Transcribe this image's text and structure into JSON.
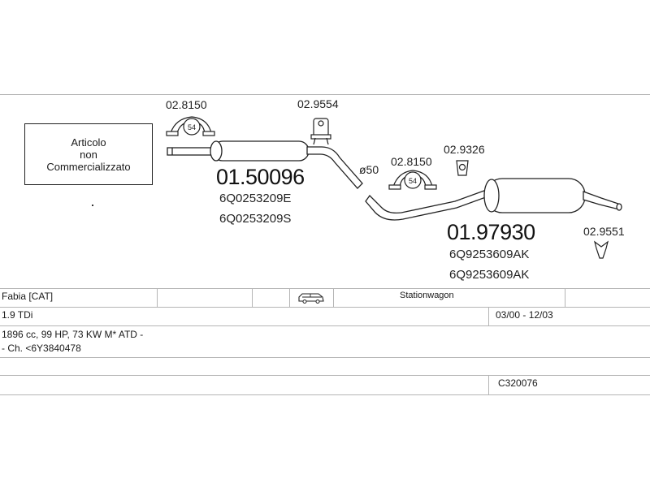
{
  "note": {
    "line1": "Articolo",
    "line2": "non",
    "line3": "Commercializzato"
  },
  "parts": {
    "front_muffler": {
      "code": "01.50096",
      "oe_numbers": [
        "6Q0253209E",
        "6Q0253209S"
      ]
    },
    "rear_muffler": {
      "code": "01.97930",
      "oe_numbers": [
        "6Q9253609AK",
        "6Q9253609AK"
      ]
    },
    "accessories": {
      "clamp_front": "02.8150",
      "hanger_front": "02.9554",
      "clamp_rear": "02.8150",
      "hanger_rear": "02.9326",
      "tail_bracket": "02.9551"
    },
    "pipe_diameter": "ø50",
    "clamp_size": "54"
  },
  "vehicle": {
    "model": "Fabia [CAT]",
    "body_type": "Stationwagon",
    "engine": "1.9 TDi",
    "period": "03/00 - 12/03",
    "specs": "1896 cc, 99 HP, 73 KW M* ATD -",
    "chassis": "- Ch. <6Y3840478",
    "catalog_number": "C320076"
  },
  "icons": {
    "body": "station-wagon-car-icon"
  }
}
